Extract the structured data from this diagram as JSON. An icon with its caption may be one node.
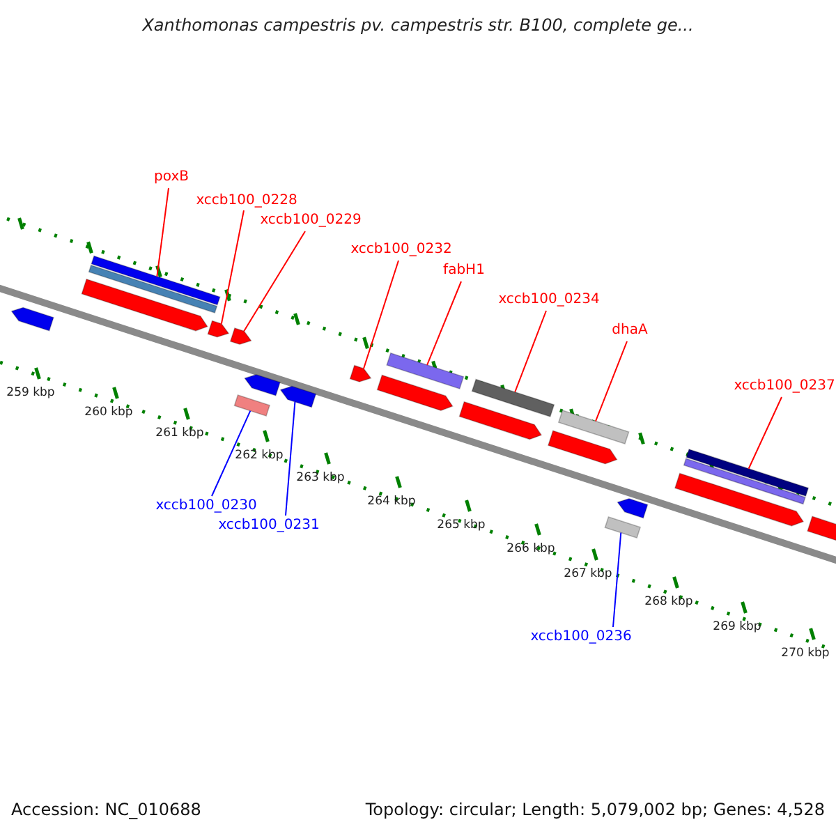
{
  "diagram": {
    "title": "Xanthomonas campestris pv. campestris str. B100, complete ge...",
    "nodes": [
      {
        "text": [
          "poxB"
        ]
      },
      {
        "text": [
          "xccb100_0228"
        ]
      },
      {
        "text": [
          "xccb100_0229"
        ]
      },
      {
        "text": [
          "xccb100_0232"
        ]
      },
      {
        "text": [
          "fabH1"
        ]
      },
      {
        "text": [
          "xccb100_0234"
        ]
      },
      {
        "text": [
          "dhaA"
        ]
      },
      {
        "text": [
          "xccb100_0237"
        ]
      },
      {
        "text": [
          "xccb100_0230"
        ]
      },
      {
        "text": [
          "xccb100_0231"
        ]
      },
      {
        "text": [
          "xccb100_0236"
        ]
      },
      {
        "text": [],
        "shape": "bar"
      },
      {
        "text": [],
        "shape": "arrow"
      },
      {
        "text": [],
        "shape": "arrow"
      },
      {
        "text": [],
        "shape": "bar"
      },
      {
        "text": [],
        "shape": "arrow"
      },
      {
        "text": [],
        "shape": "arrow"
      },
      {
        "text": [],
        "shape": "bar"
      },
      {
        "text": [],
        "shape": "bar"
      },
      {
        "text": [],
        "shape": "bar"
      },
      {
        "text": [],
        "shape": "bar"
      },
      {
        "text": [],
        "shape": "bar"
      },
      {
        "text": [],
        "shape": "arrow"
      },
      {
        "text": [],
        "shape": "bar"
      },
      {
        "text": [],
        "shape": "arrow"
      },
      {
        "text": [],
        "shape": "arrow"
      },
      {
        "text": [],
        "shape": "arrow"
      },
      {
        "text": [],
        "shape": "arrow"
      },
      {
        "text": [],
        "shape": "arrow"
      },
      {
        "text": [],
        "shape": "arrow"
      },
      {
        "text": [],
        "shape": "bar"
      },
      {
        "text": [],
        "shape": "arrow"
      },
      {
        "text": [],
        "shape": "arrow"
      }
    ],
    "edges": [
      {
        "from": 0,
        "to": 11,
        "arrow": "none"
      },
      {
        "from": 1,
        "to": 12,
        "arrow": "none"
      },
      {
        "from": 2,
        "to": 13,
        "arrow": "none"
      },
      {
        "from": 3,
        "to": 16,
        "arrow": "none"
      },
      {
        "from": 4,
        "to": 17,
        "arrow": "none"
      },
      {
        "from": 5,
        "to": 18,
        "arrow": "none"
      },
      {
        "from": 6,
        "to": 19,
        "arrow": "none"
      },
      {
        "from": 7,
        "to": 21,
        "arrow": "none"
      },
      {
        "from": 8,
        "to": 14,
        "arrow": "none",
        "color": "#0000ff"
      },
      {
        "from": 9,
        "to": 15,
        "arrow": "none",
        "color": "#0000ff"
      },
      {
        "from": 10,
        "to": 20,
        "arrow": "none",
        "color": "#0000ff"
      }
    ],
    "labels": [
      "259 kbp",
      "260 kbp",
      "261 kbp",
      "262 kbp",
      "263 kbp",
      "264 kbp",
      "265 kbp",
      "266 kbp",
      "267 kbp",
      "268 kbp",
      "269 kbp",
      "270 kbp",
      "Accession: NC_010688",
      "Topology: circular; Length: 5,079,002 bp; Genes: 4,528"
    ]
  }
}
